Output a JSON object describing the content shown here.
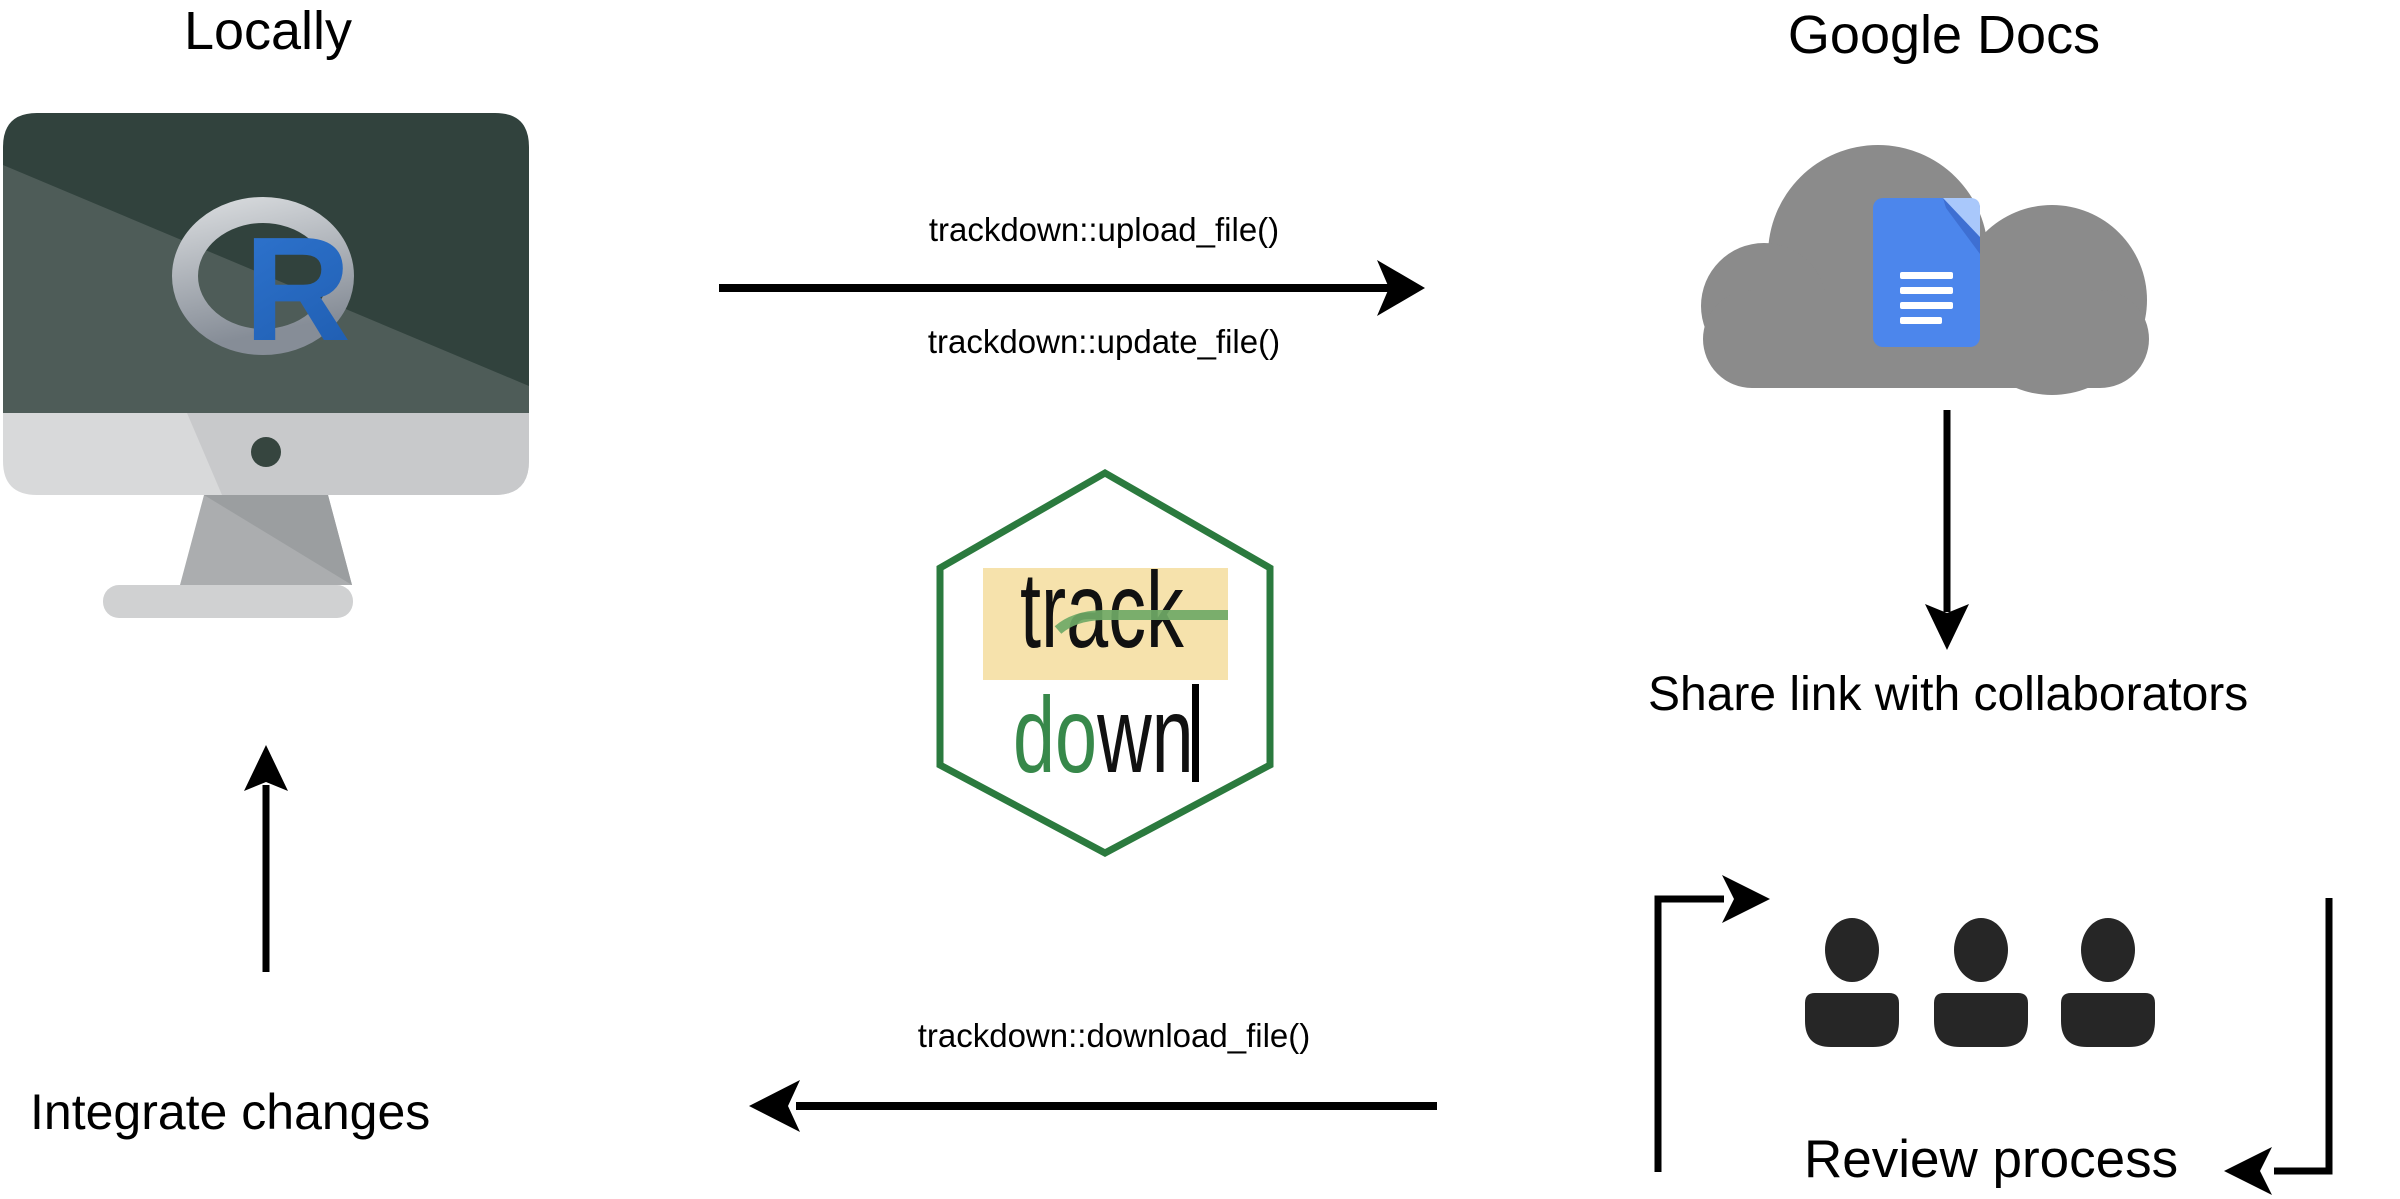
{
  "diagram": {
    "left": {
      "title": "Locally",
      "integrate_label": "Integrate changes"
    },
    "center": {
      "upload_label": "trackdown::upload_file()",
      "update_label": "trackdown::update_file()",
      "download_label": "trackdown::download_file()",
      "logo": {
        "top_word": "track",
        "bottom_word_green": "do",
        "bottom_word_black": "wn"
      }
    },
    "right": {
      "title": "Google Docs",
      "share_label": "Share link with collaborators",
      "review_label": "Review process"
    }
  },
  "icons": {
    "monitor": "imac-monitor-icon",
    "r_logo": "r-logo-icon",
    "hex_logo": "trackdown-hex-icon",
    "cloud": "cloud-icon",
    "doc": "google-docs-icon",
    "people": "collaborators-icon"
  },
  "colors": {
    "screen_dark": "#31423D",
    "r_blue": "#2A6CC3",
    "hex_border_green": "#2B7A3E",
    "logo_highlight_tan": "#F6E2AC",
    "logo_strike_green": "#6FA966",
    "logo_do_green": "#37884A",
    "cloud_gray": "#8B8B8B",
    "doc_blue": "#4C86EC",
    "doc_fold_blue": "#A9C8FB",
    "people_dark": "#262626",
    "arrow_black": "#000000"
  }
}
